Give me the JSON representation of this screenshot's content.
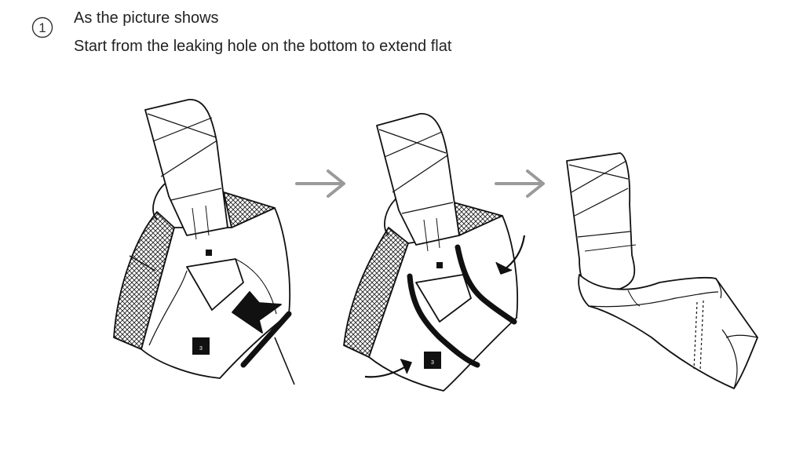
{
  "step": {
    "number": "1",
    "title": "As the picture shows",
    "instruction": "Start from the leaking hole on the bottom to extend flat"
  },
  "illustration": {
    "panels": [
      "carrier-with-hole-arrow",
      "carrier-with-fold-lines",
      "carrier-extended-flat"
    ],
    "colors": {
      "stroke": "#111111",
      "arrow": "#9a9a9a",
      "fill": "#ffffff"
    }
  }
}
